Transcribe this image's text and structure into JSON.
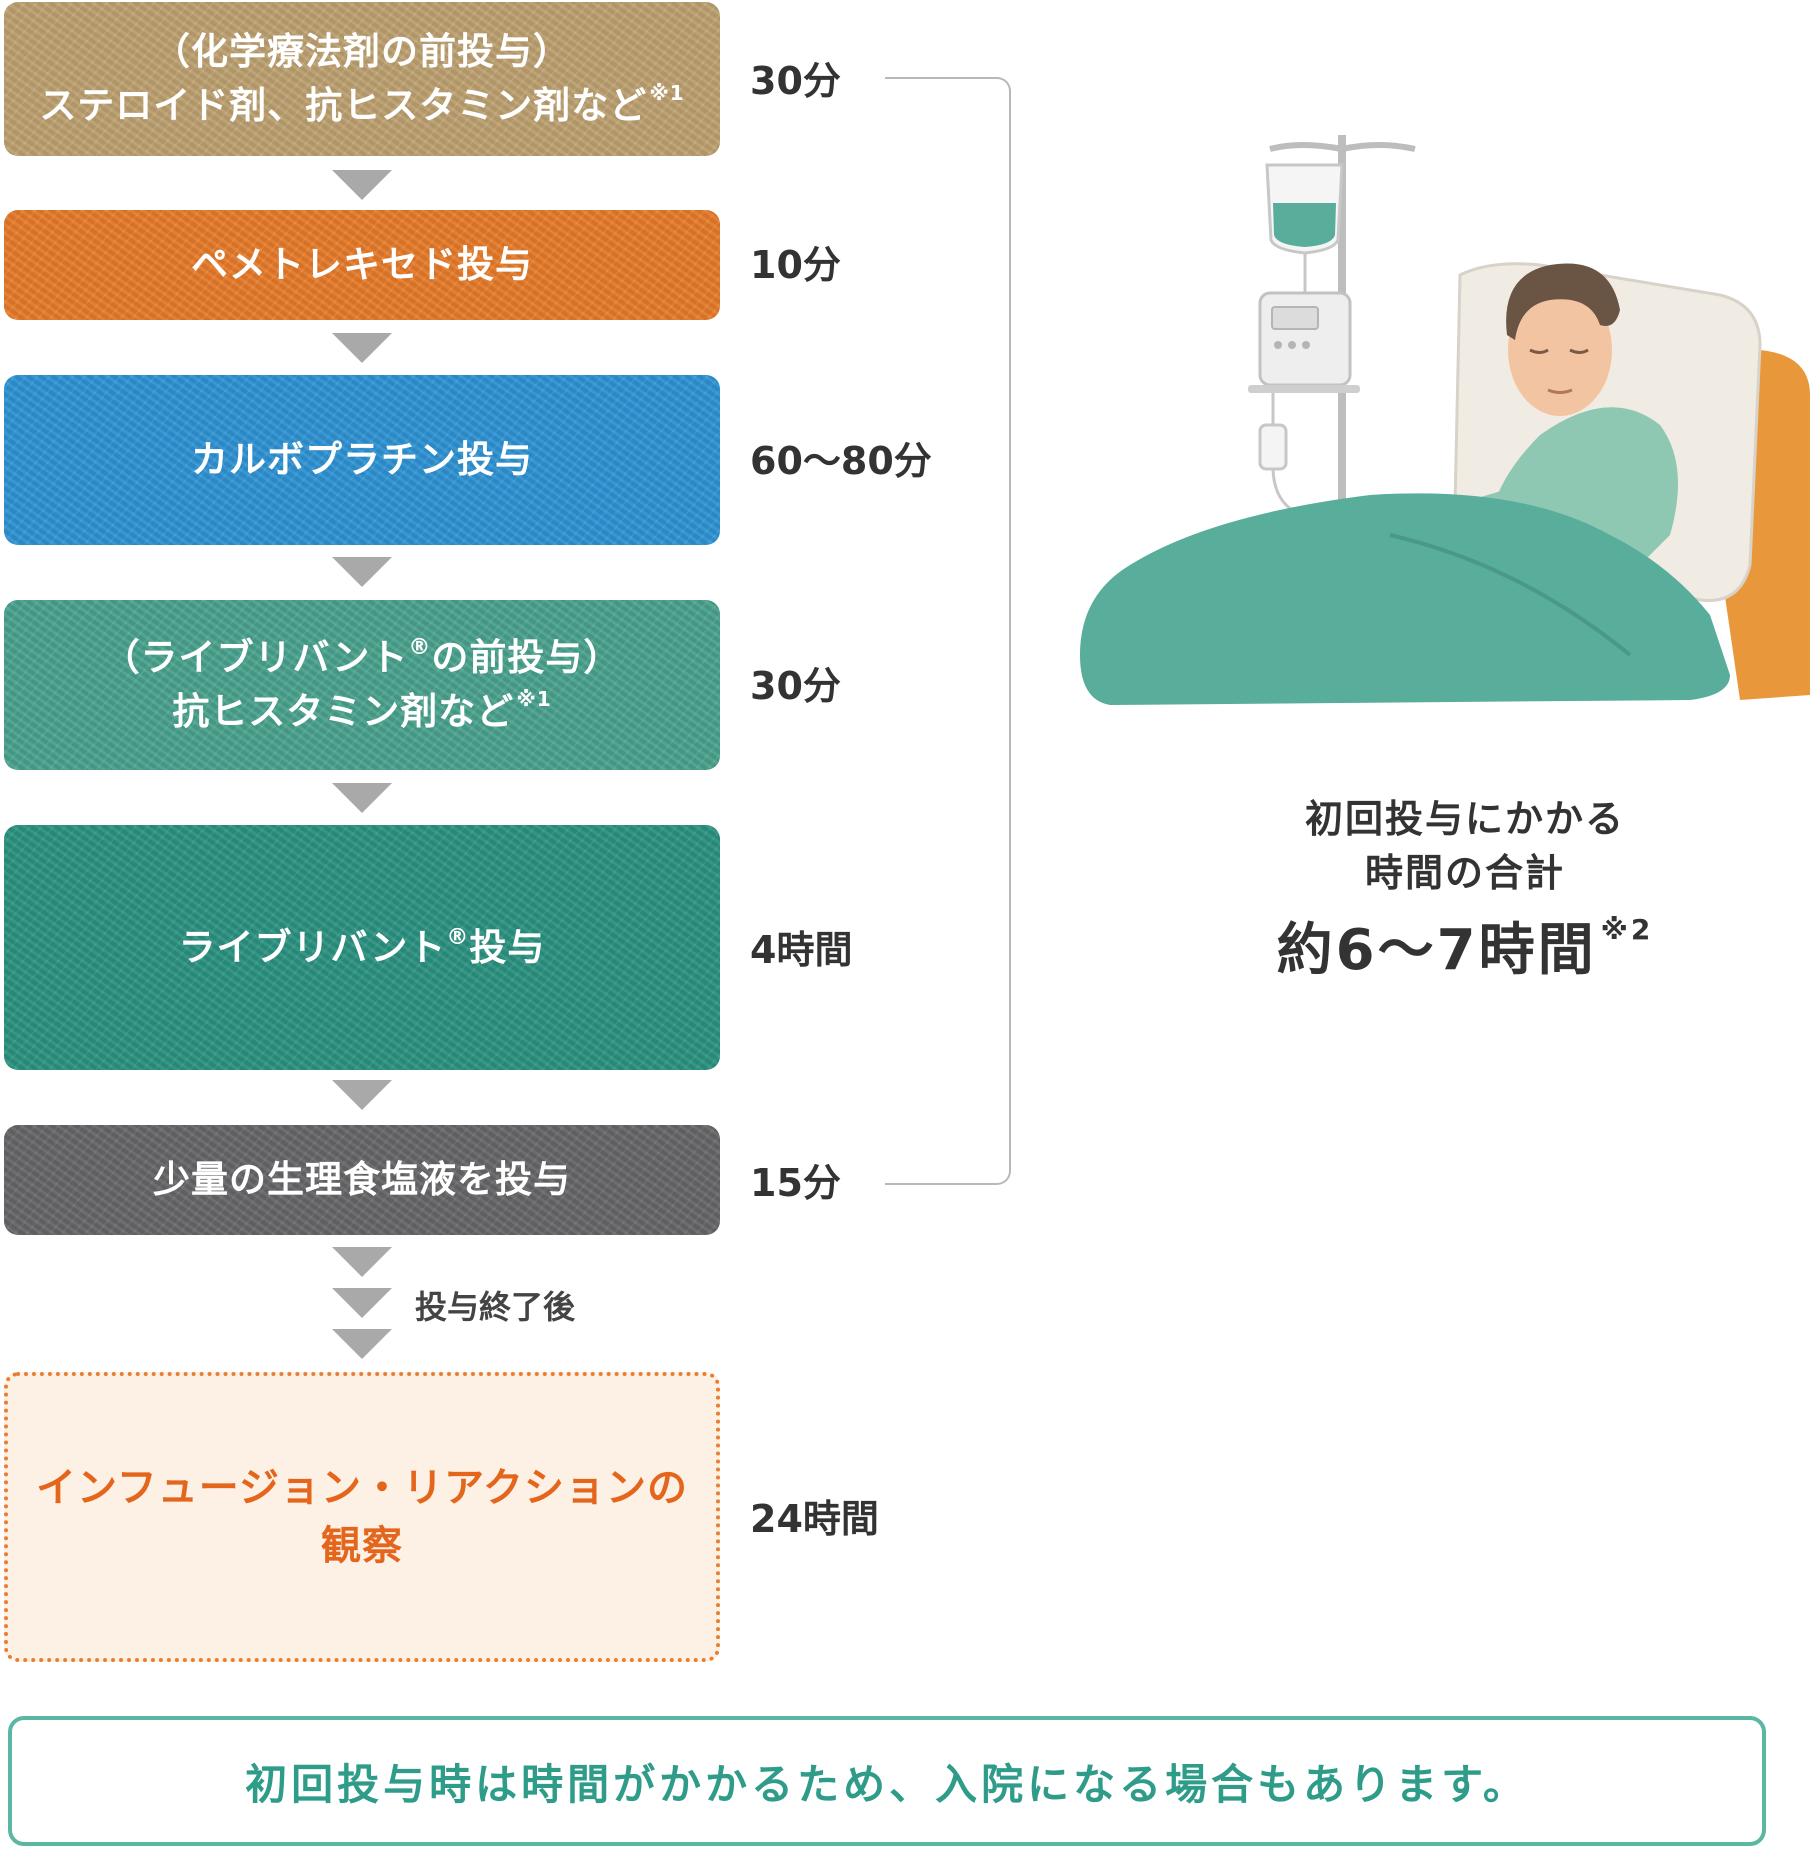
{
  "steps": [
    {
      "line1": "（化学療法剤の前投与）",
      "line2": "ステロイド剤、抗ヒスタミン剤など",
      "note": "※1",
      "duration": "30分",
      "color": "#bfa372"
    },
    {
      "line1": "ペメトレキセド投与",
      "duration": "10分",
      "color": "#e97d2b"
    },
    {
      "line1": "カルボプラチン投与",
      "duration": "60〜80分",
      "color": "#2f95d6"
    },
    {
      "line1a": "（ライブリバント",
      "reg": "®",
      "line1b": "の前投与）",
      "line2": "抗ヒスタミン剤など",
      "note": "※1",
      "duration": "30分",
      "color": "#4ba490"
    },
    {
      "line1a": "ライブリバント",
      "reg": "®",
      "line1b": "投与",
      "duration": "4時間",
      "color": "#2c9482"
    },
    {
      "line1": "少量の生理食塩液を投与",
      "duration": "15分",
      "color": "#68686a"
    },
    {
      "line1": "インフュージョン・リアクションの",
      "line2": "観察",
      "duration": "24時間",
      "color": "#ea7d2f"
    }
  ],
  "after_label": "投与終了後",
  "total": {
    "line1": "初回投与にかかる",
    "line2": "時間の合計",
    "value": "約6〜7時間",
    "note": "※2"
  },
  "footer_note": "初回投与時は時間がかかるため、入院になる場合もあります。",
  "colors": {
    "accent_green": "#2f9c89",
    "accent_orange": "#e4661d",
    "arrow_gray": "#a9a9a9"
  }
}
